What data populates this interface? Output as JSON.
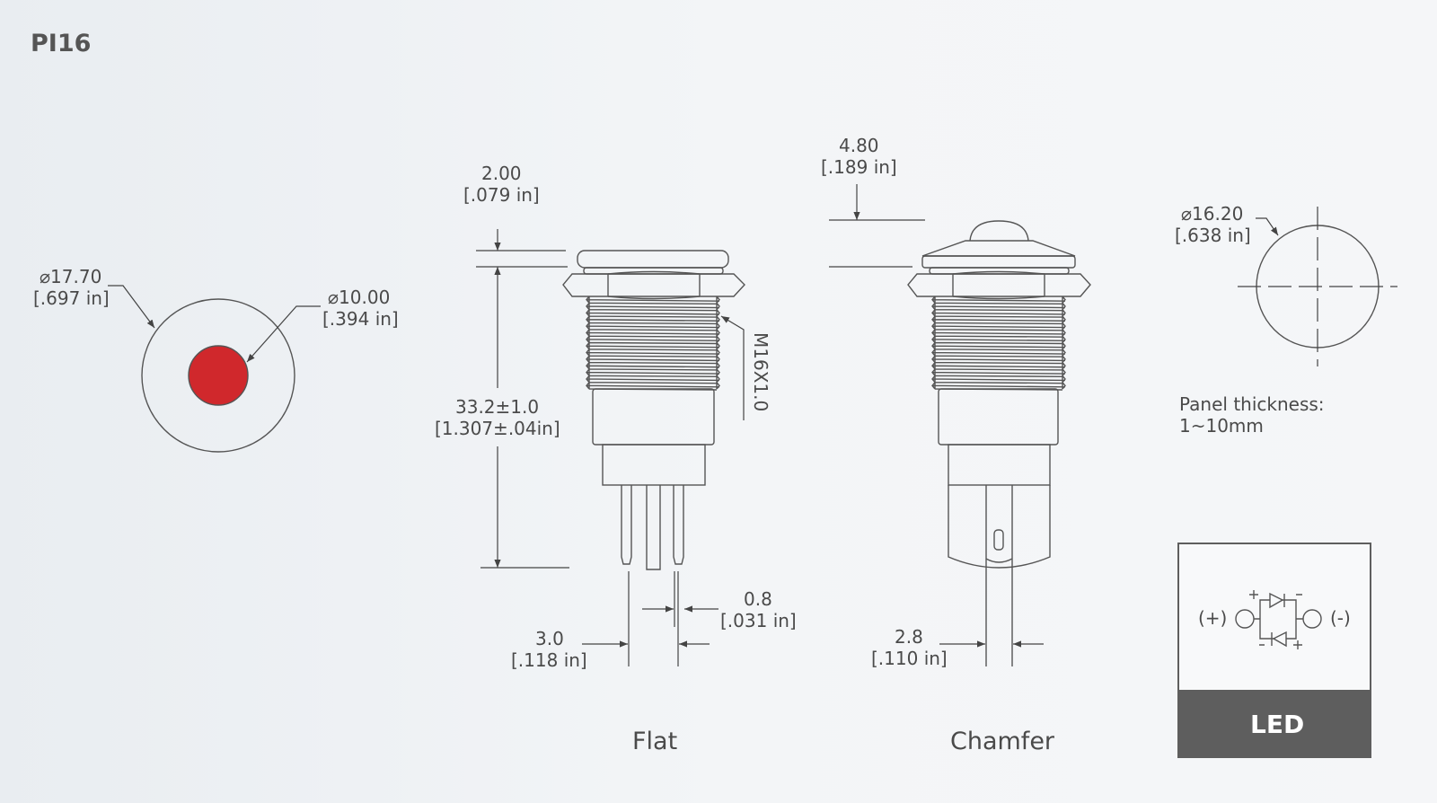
{
  "title": "PI16",
  "front_view": {
    "outer_diameter": "⌀17.70",
    "outer_diameter_in": "[.697 in]",
    "lens_diameter": "⌀10.00",
    "lens_diameter_in": "[.394 in]",
    "lens_color": "#d0282c"
  },
  "flat_view": {
    "label": "Flat",
    "cap_height": "2.00",
    "cap_height_in": "[.079 in]",
    "length": "33.2±1.0",
    "length_in": "[1.307±.04in]",
    "thread": "M16X1.0",
    "pin_spacing": "3.0",
    "pin_spacing_in": "[.118 in]",
    "pin_width": "0.8",
    "pin_width_in": "[.031 in]"
  },
  "chamfer_view": {
    "label": "Chamfer",
    "cap_height": "4.80",
    "cap_height_in": "[.189 in]",
    "wire_spacing": "2.8",
    "wire_spacing_in": "[.110 in]"
  },
  "panel_cutout": {
    "diameter": "⌀16.20",
    "diameter_in": "[.638 in]",
    "thickness_label": "Panel thickness:",
    "thickness_value": "1~10mm"
  },
  "led_box": {
    "plus_terminal": "(+)",
    "minus_terminal": "(-)",
    "label": "LED",
    "footer_color": "#5e5e5e"
  }
}
